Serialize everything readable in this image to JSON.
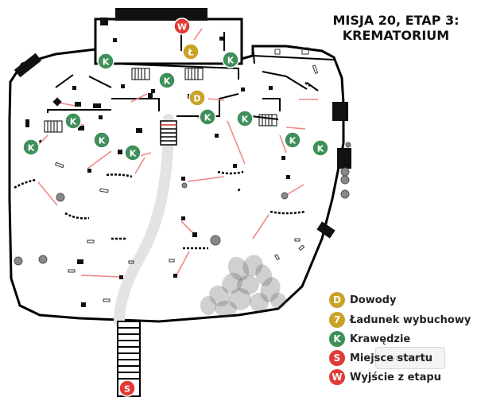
{
  "title": {
    "line1": "MISJA 20, ETAP 3:",
    "line2": "KREMATORIUM"
  },
  "legend": [
    {
      "letter": "D",
      "label": "Dowody",
      "color": "#c9a227"
    },
    {
      "letter": "7",
      "label": "Ładunek wybuchowy",
      "color": "#c9a227"
    },
    {
      "letter": "K",
      "label": "Krawędzie",
      "color": "#3f8f5a"
    },
    {
      "letter": "S",
      "label": "Miejsce startu",
      "color": "#e03a36"
    },
    {
      "letter": "W",
      "label": "Wyjście z etapu",
      "color": "#e03a36"
    }
  ],
  "markers": {
    "exit": {
      "letter": "W",
      "color": "#e03a36"
    },
    "start": {
      "letter": "S",
      "color": "#e03a36"
    },
    "explosive": {
      "letter": "Ł",
      "color": "#c9a227"
    },
    "evidence": {
      "letter": "D",
      "color": "#c9a227"
    },
    "ledge": {
      "letter": "K",
      "color": "#3f8f5a"
    }
  },
  "watermark": "GRYONLINE"
}
